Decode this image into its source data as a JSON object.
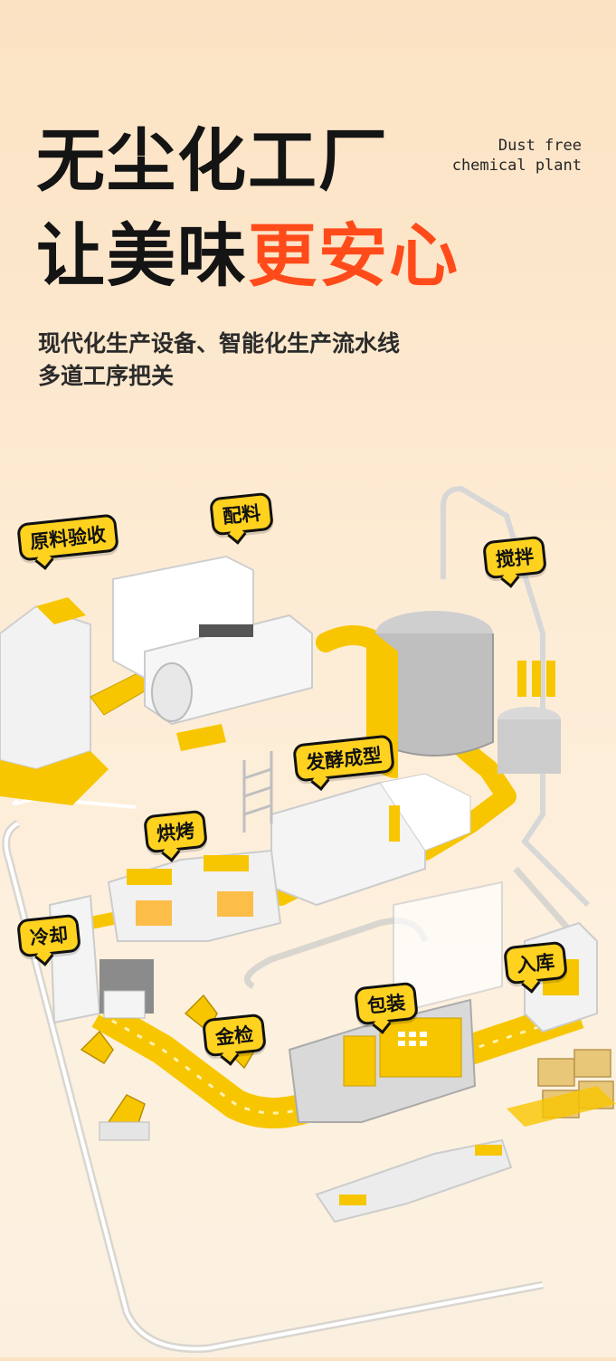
{
  "title": {
    "line1": "无尘化工厂",
    "line2_prefix": "让美味",
    "line2_highlight": "更安心"
  },
  "english": {
    "line1": "Dust free",
    "line2": "chemical plant"
  },
  "subtitle": {
    "line1": "现代化生产设备、智能化生产流水线",
    "line2": "多道工序把关"
  },
  "stations": [
    {
      "label": "原料验收"
    },
    {
      "label": "配料"
    },
    {
      "label": "搅拌"
    },
    {
      "label": "发酵成型"
    },
    {
      "label": "烘烤"
    },
    {
      "label": "冷却"
    },
    {
      "label": "入库"
    },
    {
      "label": "包装"
    },
    {
      "label": "金检"
    }
  ],
  "colors": {
    "accent_yellow": "#ffd21f",
    "highlight_red": "#ff4b1a",
    "title_dark": "#141414"
  }
}
